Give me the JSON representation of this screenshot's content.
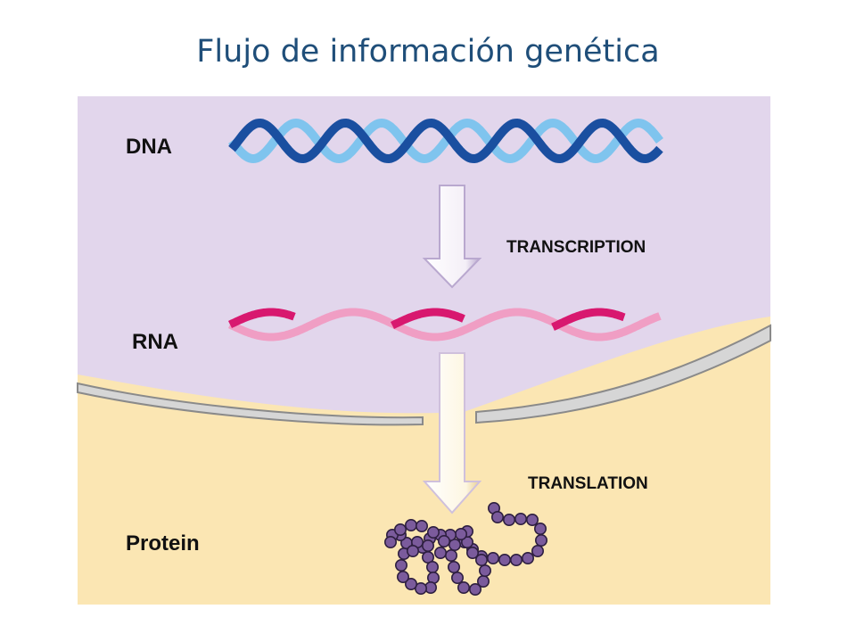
{
  "slide": {
    "title": "Flujo de información genética"
  },
  "labels": {
    "dna": "DNA",
    "rna": "RNA",
    "protein": "Protein",
    "transcription": "TRANSCRIPTION",
    "translation": "TRANSLATION"
  },
  "colors": {
    "nucleus": "#e2d6ec",
    "cytoplasm": "#fbe6b3",
    "dna_dark": "#1a4fa0",
    "dna_light": "#7fc4ee",
    "rna_dark": "#d8186f",
    "rna_light": "#f09ec4",
    "protein_bead": "#7b5b9c",
    "title": "#1f4e79"
  }
}
